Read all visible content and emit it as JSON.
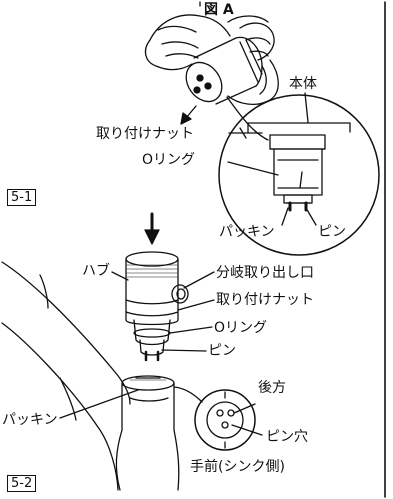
{
  "figure": {
    "title": "図 A",
    "step_labels": {
      "step_5_1": "5-1",
      "step_5_2": "5-2"
    },
    "callouts": {
      "main_body": "本体",
      "mounting_nut_top": "取り付けナット",
      "o_ring_top": "Oリング",
      "packing_top": "パッキン",
      "pin_top": "ピン",
      "hub": "ハブ",
      "branch_outlet": "分岐取り出し口",
      "mounting_nut_bottom": "取り付けナット",
      "o_ring_bottom": "Oリング",
      "pin_bottom": "ピン",
      "packing_bottom": "パッキン",
      "rear": "後方",
      "pin_hole": "ピン穴",
      "front_sink_side": "手前(シンク側)"
    }
  }
}
